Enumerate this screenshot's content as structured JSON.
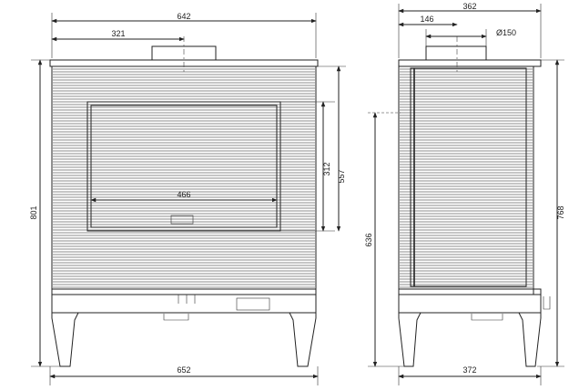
{
  "front_view": {
    "width_top": "642",
    "flue_offset": "321",
    "height_total": "801",
    "glass_height": "312",
    "glass_top_height": "557",
    "glass_width": "466",
    "width_base": "652"
  },
  "side_view": {
    "depth_top": "362",
    "flue_offset": "146",
    "flue_diameter": "Ø150",
    "height_total": "768",
    "flue_center_height": "636",
    "depth_base": "372"
  }
}
